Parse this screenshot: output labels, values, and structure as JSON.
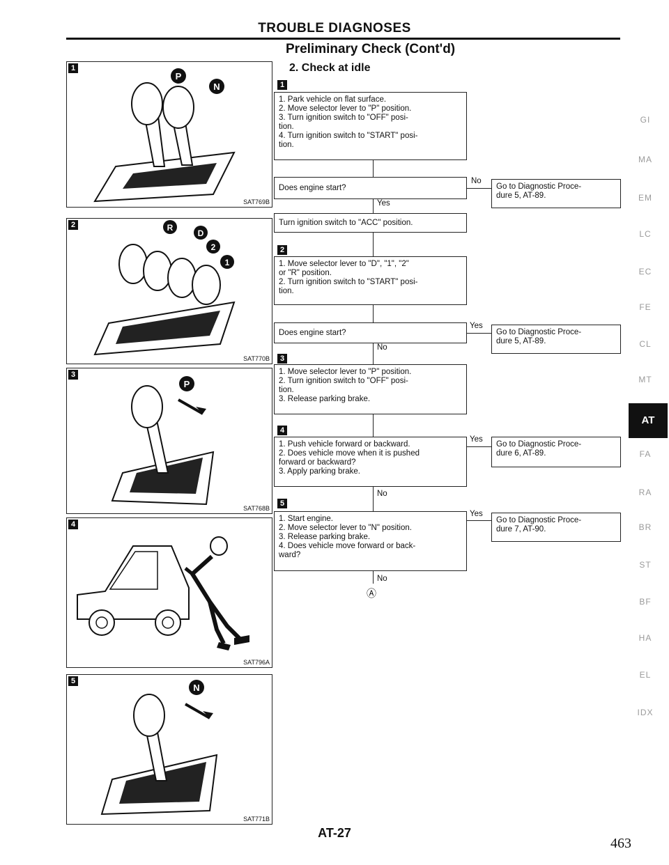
{
  "header": {
    "title": "TROUBLE DIAGNOSES",
    "subtitle": "Preliminary Check (Cont'd)",
    "section": "2.  Check at idle"
  },
  "illustrations": [
    {
      "badge": "1",
      "code": "SAT769B"
    },
    {
      "badge": "2",
      "code": "SAT770B"
    },
    {
      "badge": "3",
      "code": "SAT768B"
    },
    {
      "badge": "4",
      "code": "SAT796A"
    },
    {
      "badge": "5",
      "code": "SAT771B"
    }
  ],
  "flow": {
    "step1": {
      "badge": "1",
      "lines": [
        "1. Park vehicle on flat surface.",
        "2. Move selector lever to \"P\" position.",
        "3. Turn ignition switch to \"OFF\" posi-",
        "    tion.",
        "4. Turn ignition switch to \"START\" posi-",
        "    tion."
      ]
    },
    "q1": {
      "text": "Does engine start?",
      "no": "No",
      "yes": "Yes",
      "result": "Go to Diagnostic Proce-|dure 5, AT-89."
    },
    "acc": {
      "text": "Turn ignition switch to \"ACC\" position."
    },
    "step2": {
      "badge": "2",
      "lines": [
        "1. Move selector lever to \"D\", \"1\", \"2\"",
        "    or \"R\" position.",
        "2. Turn ignition switch to \"START\" posi-",
        "    tion."
      ]
    },
    "q2": {
      "text": "Does engine start?",
      "yes": "Yes",
      "no": "No",
      "result": "Go to Diagnostic Proce-|dure 5, AT-89."
    },
    "step3": {
      "badge": "3",
      "lines": [
        "1. Move selector lever to \"P\" position.",
        "2. Turn ignition switch to \"OFF\" posi-",
        "    tion.",
        "3. Release parking brake."
      ]
    },
    "step4": {
      "badge": "4",
      "lines": [
        "1. Push vehicle forward or backward.",
        "2. Does vehicle move when it is pushed",
        "    forward or backward?",
        "3. Apply parking brake."
      ],
      "yes": "Yes",
      "no": "No",
      "result": "Go to Diagnostic Proce-|dure 6, AT-89."
    },
    "step5": {
      "badge": "5",
      "lines": [
        "1. Start engine.",
        "2. Move selector lever to \"N\" position.",
        "3. Release parking brake.",
        "4. Does vehicle move forward or back-",
        "    ward?"
      ],
      "yes": "Yes",
      "no": "No",
      "result": "Go to Diagnostic Proce-|dure 7, AT-90.",
      "connector": "Ⓐ"
    }
  },
  "side_tabs": [
    "GI",
    "MA",
    "EM",
    "LC",
    "EC",
    "FE",
    "CL",
    "MT",
    "AT",
    "FA",
    "RA",
    "BR",
    "ST",
    "BF",
    "HA",
    "EL",
    "IDX"
  ],
  "active_tab": "AT",
  "footer": {
    "code": "AT-27",
    "page": "463"
  }
}
